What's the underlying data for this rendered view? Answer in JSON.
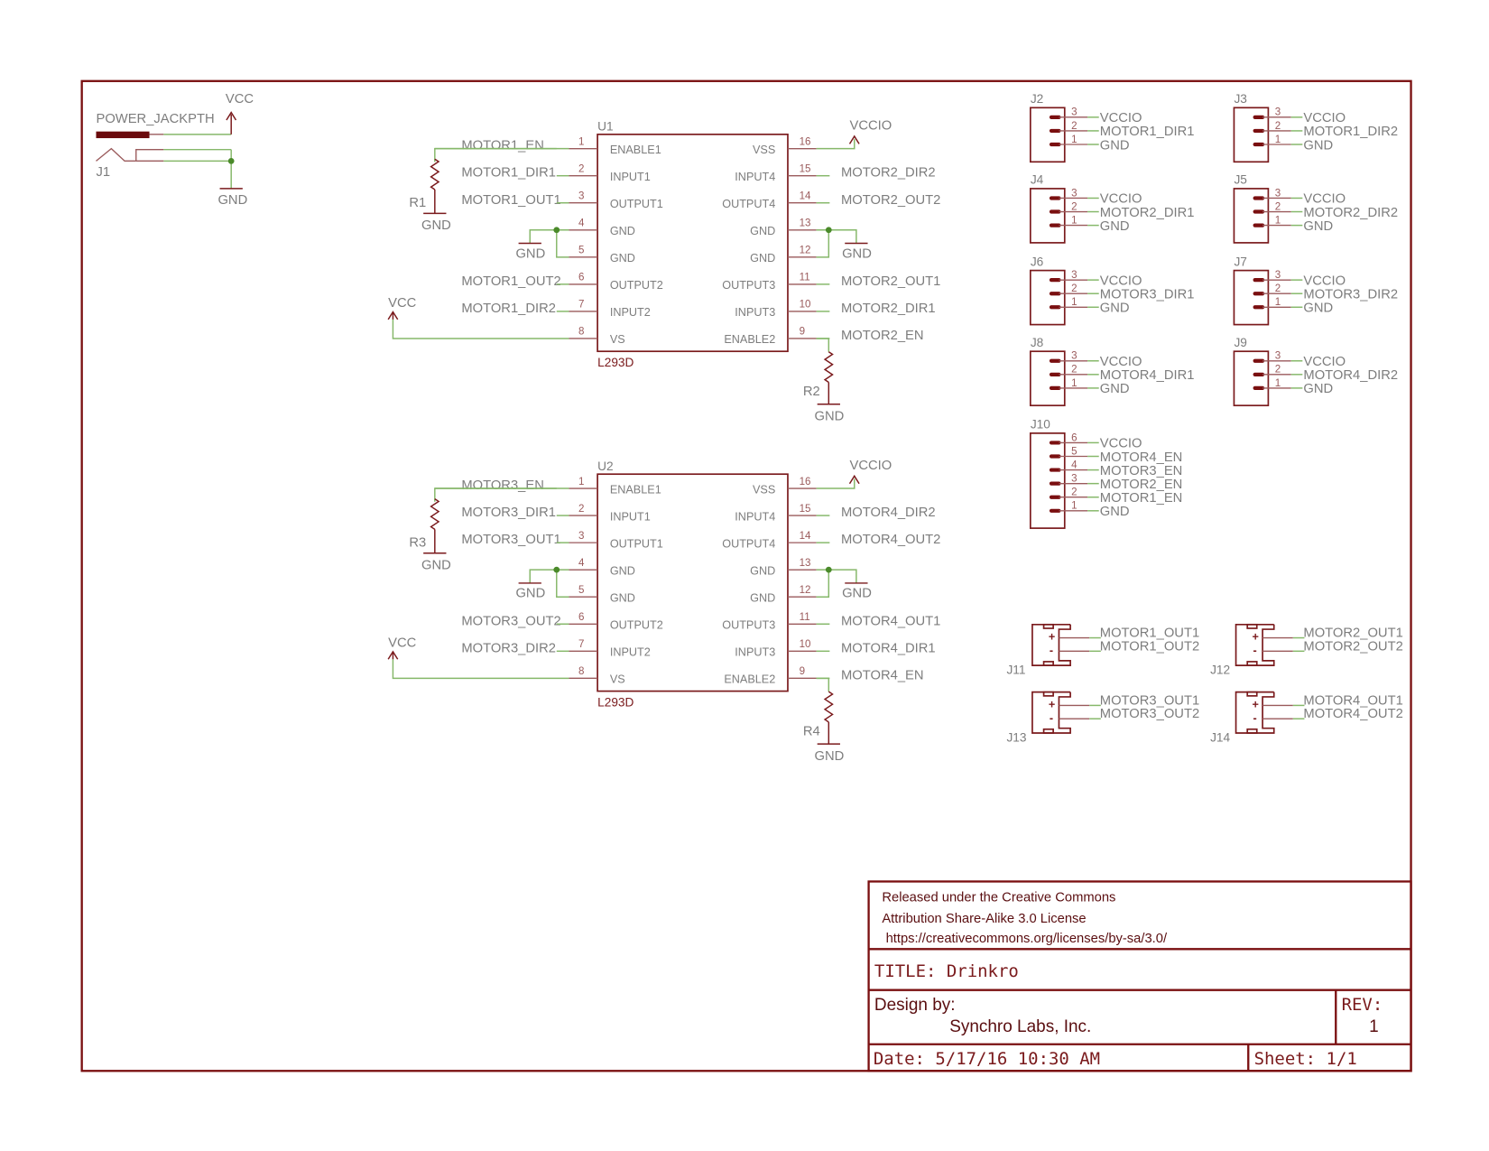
{
  "schematic": {
    "power_jack": {
      "ref": "J1",
      "value": "POWER_JACKPTH",
      "vcc": "VCC",
      "gnd": "GND"
    },
    "chips": [
      {
        "ref": "U1",
        "value": "L293D",
        "left_pins": [
          {
            "num": "1",
            "name": "ENABLE1",
            "net": "MOTOR1_EN"
          },
          {
            "num": "2",
            "name": "INPUT1",
            "net": "MOTOR1_DIR1"
          },
          {
            "num": "3",
            "name": "OUTPUT1",
            "net": "MOTOR1_OUT1"
          },
          {
            "num": "4",
            "name": "GND",
            "net": ""
          },
          {
            "num": "5",
            "name": "GND",
            "net": ""
          },
          {
            "num": "6",
            "name": "OUTPUT2",
            "net": "MOTOR1_OUT2"
          },
          {
            "num": "7",
            "name": "INPUT2",
            "net": "MOTOR1_DIR2"
          },
          {
            "num": "8",
            "name": "VS",
            "net": ""
          }
        ],
        "right_pins": [
          {
            "num": "16",
            "name": "VSS",
            "net": ""
          },
          {
            "num": "15",
            "name": "INPUT4",
            "net": "MOTOR2_DIR2"
          },
          {
            "num": "14",
            "name": "OUTPUT4",
            "net": "MOTOR2_OUT2"
          },
          {
            "num": "13",
            "name": "GND",
            "net": ""
          },
          {
            "num": "12",
            "name": "GND",
            "net": ""
          },
          {
            "num": "11",
            "name": "OUTPUT3",
            "net": "MOTOR2_OUT1"
          },
          {
            "num": "10",
            "name": "INPUT3",
            "net": "MOTOR2_DIR1"
          },
          {
            "num": "9",
            "name": "ENABLE2",
            "net": "MOTOR2_EN"
          }
        ],
        "resistors": [
          "R1",
          "R2"
        ],
        "vccio": "VCCIO",
        "vcc": "VCC",
        "gnd": "GND"
      },
      {
        "ref": "U2",
        "value": "L293D",
        "left_pins": [
          {
            "num": "1",
            "name": "ENABLE1",
            "net": "MOTOR3_EN"
          },
          {
            "num": "2",
            "name": "INPUT1",
            "net": "MOTOR3_DIR1"
          },
          {
            "num": "3",
            "name": "OUTPUT1",
            "net": "MOTOR3_OUT1"
          },
          {
            "num": "4",
            "name": "GND",
            "net": ""
          },
          {
            "num": "5",
            "name": "GND",
            "net": ""
          },
          {
            "num": "6",
            "name": "OUTPUT2",
            "net": "MOTOR3_OUT2"
          },
          {
            "num": "7",
            "name": "INPUT2",
            "net": "MOTOR3_DIR2"
          },
          {
            "num": "8",
            "name": "VS",
            "net": ""
          }
        ],
        "right_pins": [
          {
            "num": "16",
            "name": "VSS",
            "net": ""
          },
          {
            "num": "15",
            "name": "INPUT4",
            "net": "MOTOR4_DIR2"
          },
          {
            "num": "14",
            "name": "OUTPUT4",
            "net": "MOTOR4_OUT2"
          },
          {
            "num": "13",
            "name": "GND",
            "net": ""
          },
          {
            "num": "12",
            "name": "GND",
            "net": ""
          },
          {
            "num": "11",
            "name": "OUTPUT3",
            "net": "MOTOR4_OUT1"
          },
          {
            "num": "10",
            "name": "INPUT3",
            "net": "MOTOR4_DIR1"
          },
          {
            "num": "9",
            "name": "ENABLE2",
            "net": "MOTOR4_EN"
          }
        ],
        "resistors": [
          "R3",
          "R4"
        ],
        "vccio": "VCCIO",
        "vcc": "VCC",
        "gnd": "GND"
      }
    ],
    "headers3": [
      {
        "ref": "J2",
        "pins": [
          {
            "num": "3",
            "net": "VCCIO"
          },
          {
            "num": "2",
            "net": "MOTOR1_DIR1"
          },
          {
            "num": "1",
            "net": "GND"
          }
        ]
      },
      {
        "ref": "J3",
        "pins": [
          {
            "num": "3",
            "net": "VCCIO"
          },
          {
            "num": "2",
            "net": "MOTOR1_DIR2"
          },
          {
            "num": "1",
            "net": "GND"
          }
        ]
      },
      {
        "ref": "J4",
        "pins": [
          {
            "num": "3",
            "net": "VCCIO"
          },
          {
            "num": "2",
            "net": "MOTOR2_DIR1"
          },
          {
            "num": "1",
            "net": "GND"
          }
        ]
      },
      {
        "ref": "J5",
        "pins": [
          {
            "num": "3",
            "net": "VCCIO"
          },
          {
            "num": "2",
            "net": "MOTOR2_DIR2"
          },
          {
            "num": "1",
            "net": "GND"
          }
        ]
      },
      {
        "ref": "J6",
        "pins": [
          {
            "num": "3",
            "net": "VCCIO"
          },
          {
            "num": "2",
            "net": "MOTOR3_DIR1"
          },
          {
            "num": "1",
            "net": "GND"
          }
        ]
      },
      {
        "ref": "J7",
        "pins": [
          {
            "num": "3",
            "net": "VCCIO"
          },
          {
            "num": "2",
            "net": "MOTOR3_DIR2"
          },
          {
            "num": "1",
            "net": "GND"
          }
        ]
      },
      {
        "ref": "J8",
        "pins": [
          {
            "num": "3",
            "net": "VCCIO"
          },
          {
            "num": "2",
            "net": "MOTOR4_DIR1"
          },
          {
            "num": "1",
            "net": "GND"
          }
        ]
      },
      {
        "ref": "J9",
        "pins": [
          {
            "num": "3",
            "net": "VCCIO"
          },
          {
            "num": "2",
            "net": "MOTOR4_DIR2"
          },
          {
            "num": "1",
            "net": "GND"
          }
        ]
      }
    ],
    "header6": {
      "ref": "J10",
      "pins": [
        {
          "num": "6",
          "net": "VCCIO"
        },
        {
          "num": "5",
          "net": "MOTOR4_EN"
        },
        {
          "num": "4",
          "net": "MOTOR3_EN"
        },
        {
          "num": "3",
          "net": "MOTOR2_EN"
        },
        {
          "num": "2",
          "net": "MOTOR1_EN"
        },
        {
          "num": "1",
          "net": "GND"
        }
      ]
    },
    "motor_connectors": [
      {
        "ref": "J11",
        "plus": "+",
        "minus": "-",
        "nets": [
          "MOTOR1_OUT1",
          "MOTOR1_OUT2"
        ]
      },
      {
        "ref": "J12",
        "plus": "+",
        "minus": "-",
        "nets": [
          "MOTOR2_OUT1",
          "MOTOR2_OUT2"
        ]
      },
      {
        "ref": "J13",
        "plus": "+",
        "minus": "-",
        "nets": [
          "MOTOR3_OUT1",
          "MOTOR3_OUT2"
        ]
      },
      {
        "ref": "J14",
        "plus": "+",
        "minus": "-",
        "nets": [
          "MOTOR4_OUT1",
          "MOTOR4_OUT2"
        ]
      }
    ]
  },
  "title_block": {
    "license_line1": "Released under the Creative Commons",
    "license_line2": "Attribution Share-Alike 3.0 License",
    "license_url": "https://creativecommons.org/licenses/by-sa/3.0/",
    "title": "TITLE: Drinkro",
    "design_by_label": "Design by:",
    "designer": "Synchro Labs, Inc.",
    "rev_label": "REV:",
    "rev": "1",
    "date": "Date: 5/17/16 10:30 AM",
    "sheet": "Sheet: 1/1"
  },
  "colors": {
    "frame": "#7a0f10",
    "wire": "#86b86a",
    "junction": "#4a8a2a",
    "label": "#7d7d7d"
  }
}
